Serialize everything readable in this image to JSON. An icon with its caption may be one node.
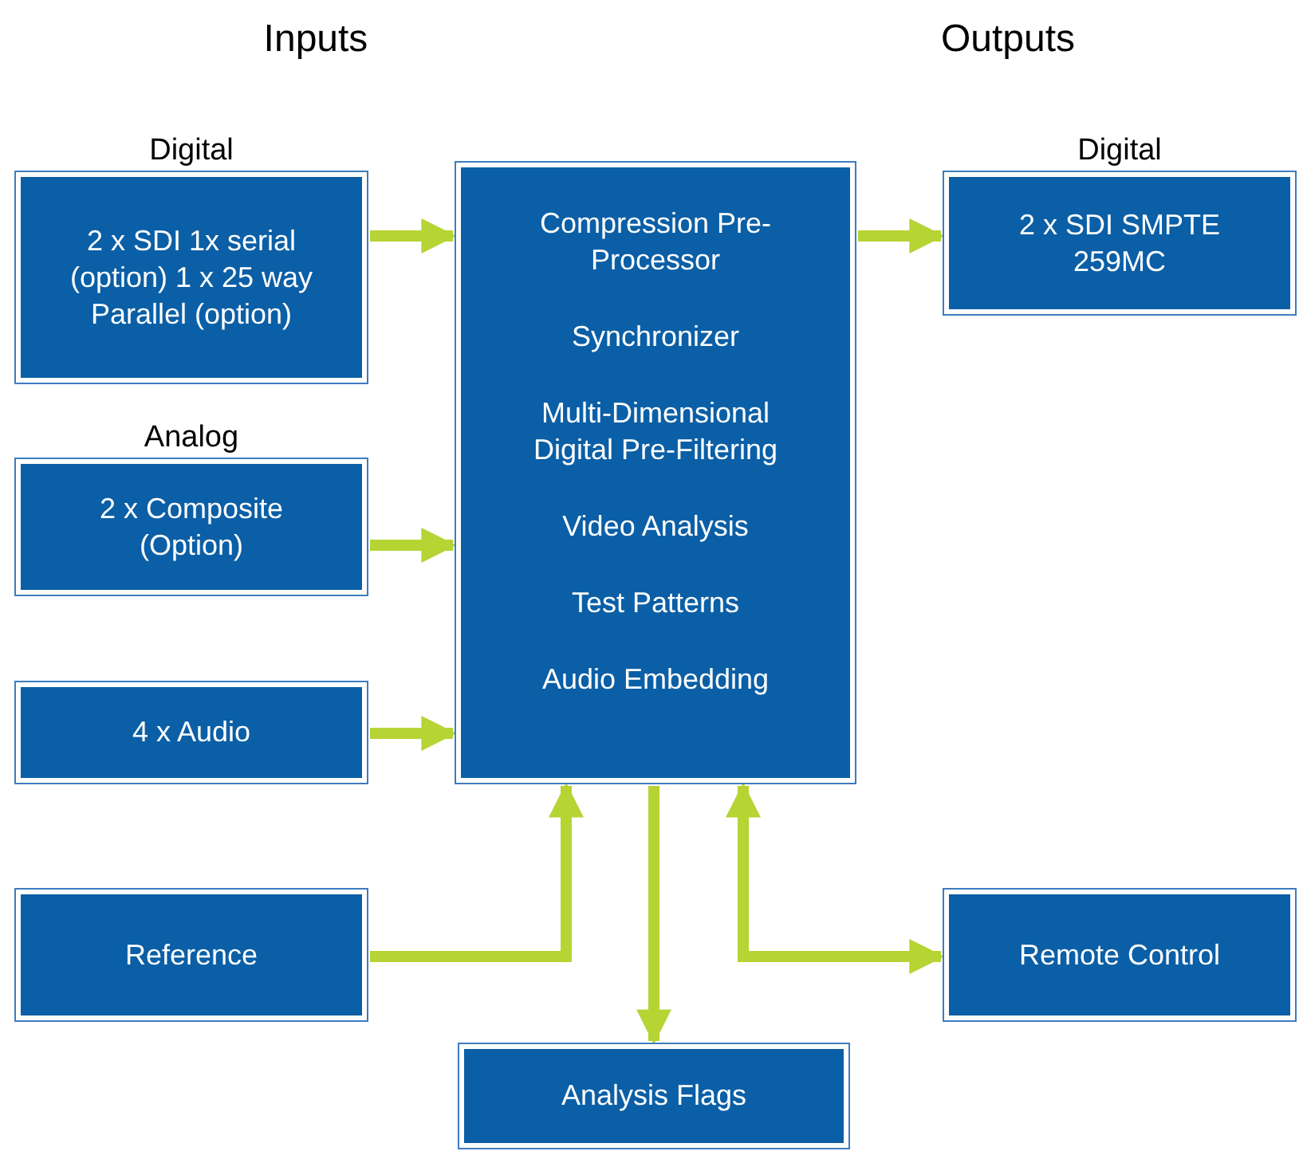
{
  "diagram": {
    "nodes": [
      {
        "text": [
          "2 x SDI 1x serial (option) 1 x 25 way Parallel (option)"
        ],
        "beside": [
          "Digital"
        ]
      },
      {
        "text": [
          "2 x Composite (Option)"
        ],
        "beside": [
          "Analog"
        ]
      },
      {
        "text": [
          "4 x Audio"
        ]
      },
      {
        "text": [
          "Reference"
        ]
      },
      {
        "text": [
          "Compression Pre-Processor",
          "Synchronizer",
          "Multi-Dimensional Digital Pre-Filtering",
          "Video Analysis",
          "Test Patterns",
          "Audio Embedding"
        ]
      },
      {
        "text": [
          "2 x SDI SMPTE 259MC"
        ],
        "beside": [
          "Digital"
        ]
      },
      {
        "text": [
          "Remote Control"
        ]
      },
      {
        "text": [
          "Analysis Flags"
        ]
      }
    ],
    "edges": [
      {
        "from": 0,
        "to": 4,
        "arrow": "to"
      },
      {
        "from": 1,
        "to": 4,
        "arrow": "to"
      },
      {
        "from": 2,
        "to": 4,
        "arrow": "to"
      },
      {
        "from": 3,
        "to": 4,
        "arrow": "to"
      },
      {
        "from": 4,
        "to": 5,
        "arrow": "to"
      },
      {
        "from": 4,
        "to": 7,
        "arrow": "to"
      },
      {
        "from": 4,
        "to": 6,
        "arrow": "both"
      }
    ],
    "labels": [
      "Inputs",
      "Outputs"
    ]
  }
}
